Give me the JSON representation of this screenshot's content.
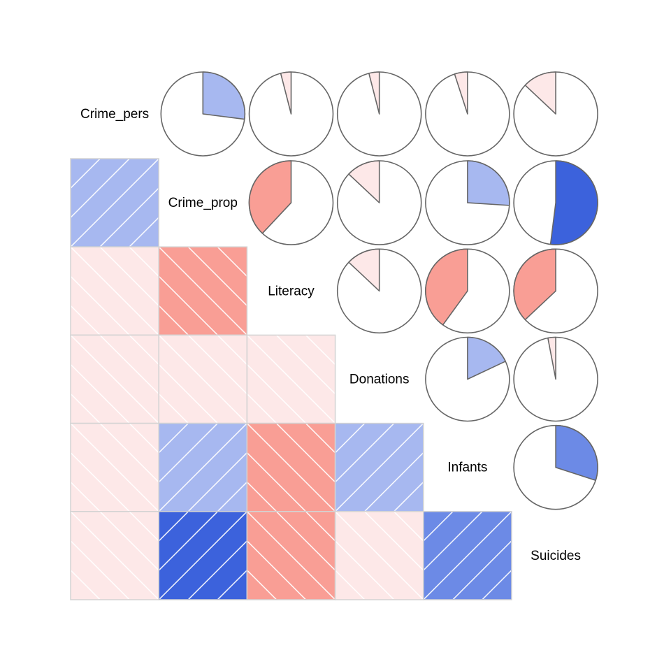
{
  "chart_data": {
    "type": "heatmap",
    "variables": [
      "Crime_pers",
      "Crime_prop",
      "Literacy",
      "Donations",
      "Infants",
      "Suicides"
    ],
    "lower_panel": "shade",
    "upper_panel": "pie",
    "correlations": [
      [
        1.0,
        0.27,
        -0.04,
        -0.04,
        -0.05,
        -0.13
      ],
      [
        0.27,
        1.0,
        -0.38,
        -0.13,
        0.26,
        0.52
      ],
      [
        -0.04,
        -0.38,
        1.0,
        -0.13,
        -0.4,
        -0.37
      ],
      [
        -0.04,
        -0.13,
        -0.13,
        1.0,
        0.18,
        -0.03
      ],
      [
        -0.05,
        0.26,
        -0.4,
        0.18,
        1.0,
        0.3
      ],
      [
        -0.13,
        0.52,
        -0.37,
        -0.03,
        0.3,
        1.0
      ]
    ],
    "colors": {
      "pos_strong": "#3c62dc",
      "pos_medium": "#6c8ae6",
      "pos_weak": "#a7b8f0",
      "neg_weak": "#fde8e8",
      "neg_medium": "#f99e95",
      "cell_border": "#d3d3d3",
      "pie_outline": "#666666"
    }
  }
}
